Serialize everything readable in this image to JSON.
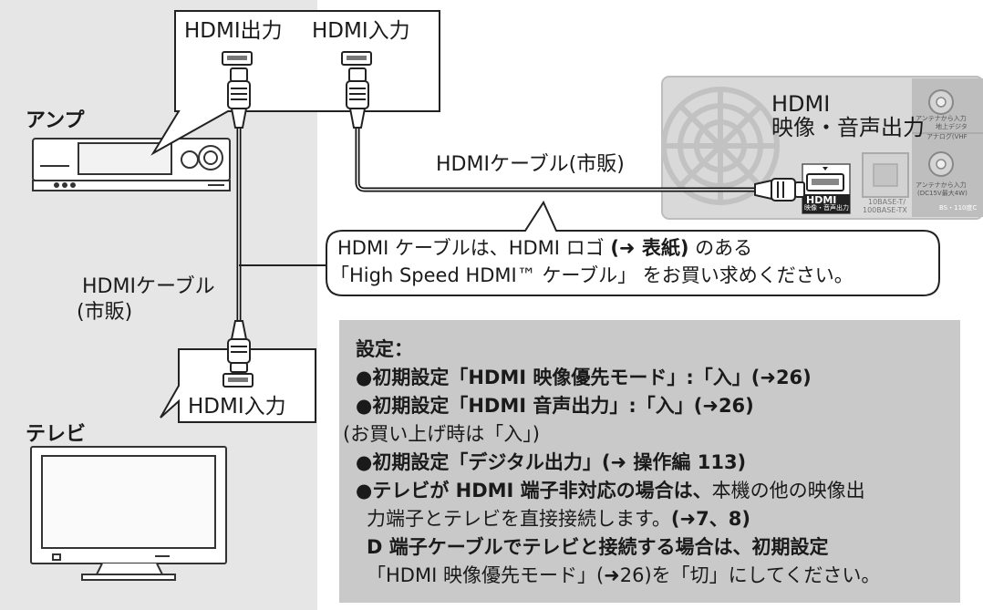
{
  "diagram": {
    "amp": {
      "label": "アンプ",
      "callout": {
        "out": "HDMI出力",
        "in": "HDMI入力"
      }
    },
    "tv": {
      "label": "テレビ",
      "callout_in": "HDMI入力"
    },
    "recorder": {
      "out_label_line1": "HDMI",
      "out_label_line2": "映像・音声出力",
      "port_logo": "HDMI",
      "port_caption": "映像・音声出力",
      "lan_label_line1": "10BASE-T/",
      "lan_label_line2": "100BASE-TX",
      "ant_label_1": "アンテナから入力",
      "ant_sub_1": "地上デジタ",
      "ant_sub_1b": "アナログ(VHF",
      "ant_label_2": "アンテナから入力",
      "ant_sub_2": "(DC15V最大4W)",
      "ant_sub_2b": "BS・110度C"
    },
    "cable_amp_recorder": "HDMIケーブル(市販)",
    "cable_amp_tv_line1": "HDMIケーブル",
    "cable_amp_tv_line2": "(市販)",
    "note": {
      "line1_a": "HDMI ケーブルは、HDMI ロゴ ",
      "line1_b": "(➜ 表紙)",
      "line1_c": " のある",
      "line2": "「High Speed HDMI™ ケーブル」 をお買い求めください。"
    }
  },
  "settings": {
    "title": "設定：",
    "items": [
      {
        "a": "●初期設定「HDMI 映像優先モード」:「入」(➜26)",
        "b": ""
      },
      {
        "a": "●初期設定「HDMI 音声出力」:「入」(➜26)",
        "b": ""
      },
      {
        "a": "",
        "b": "(お買い上げ時は「入」)"
      },
      {
        "a": "●初期設定「デジタル出力」(➜ 操作編 113)",
        "b": ""
      },
      {
        "a": "●テレビが HDMI 端子非対応の場合は、",
        "b": "本機の他の映像出"
      },
      {
        "a": "",
        "b": "力端子とテレビを直接接続します。",
        "c": "(➜7、8)"
      },
      {
        "a": "D 端子ケーブルでテレビと接続する場合は、初期設定",
        "b": ""
      },
      {
        "a": "",
        "b": "「HDMI 映像優先モード」(➜26)を「切」にしてください。"
      }
    ]
  },
  "colors": {
    "left_panel": "#e6e6e6",
    "settings_bg": "#c9c9c9",
    "recorder_panel": "#d9d9d9",
    "cable": "#111111"
  }
}
